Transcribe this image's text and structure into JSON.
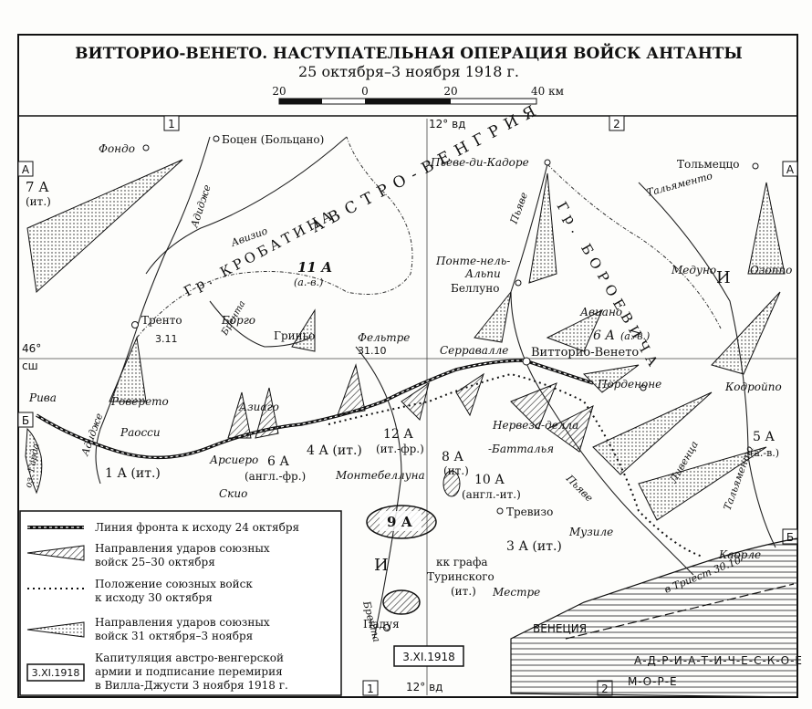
{
  "header": {
    "title": "ВИТТОРИО-ВЕНЕТО. НАСТУПАТЕЛЬНАЯ ОПЕРАЦИЯ ВОЙСК АНТАНТЫ",
    "subtitle": "25 октября–3 ноября 1918 г."
  },
  "scale": {
    "labels": [
      "20",
      "0",
      "20",
      "40 км"
    ]
  },
  "grid": {
    "top_cols": [
      "1",
      "2"
    ],
    "bottom_cols": [
      "1",
      "2"
    ],
    "rows": [
      "А",
      "Б"
    ],
    "meridian_top": "12° вд",
    "meridian_bottom": "12° вд",
    "parallel_deg": "46°",
    "parallel_hem": "сш"
  },
  "regions": {
    "austria_hungary": "АВСТРО-ВЕНГРИЯ",
    "group_krobatin": "Гр. КРОБАТИНА",
    "group_boroevic": "Гр. БОРОЕВИЧА",
    "italy_top": "И",
    "italy_bottom": "И",
    "adriatic": "А-Д-Р-И-А-Т-И-Ч-Е-С-К-О-Е",
    "sea": "М-О-Р-Е"
  },
  "places": {
    "fondo": "Фондо",
    "bozen": "Боцен (Больцано)",
    "pieve": "Пьеве-ди-Кадоре",
    "tolmezzo": "Тольмеццо",
    "trento": "Тренто",
    "borgo": "Борго",
    "grigno": "Гриньо",
    "feltre": "Фельтре",
    "belluno": "Беллуно",
    "ponte1": "Понте-нель-",
    "ponte2": "Альпи",
    "aviano": "Авиано",
    "meduno": "Медуно",
    "osoppo": "Озоппо",
    "vittorio": "Витторио-Венето",
    "serravalle": "Серравалле",
    "pordenone": "Порденоне",
    "codroipo": "Кодройпо",
    "riva": "Рива",
    "rovereto": "Роверето",
    "raossi": "Раосси",
    "asiago": "Азиаго",
    "arsiero": "Арсиеро",
    "schio": "Скио",
    "montebelluna": "Монтебеллуна",
    "nervesa1": "Нервеза-делла",
    "nervesa2": "-Батталья",
    "treviso": "Тревизо",
    "musile": "Музиле",
    "caorle": "Каорле",
    "mestre": "Местре",
    "venezia": "ВЕНЕЦИЯ",
    "padua": "Падуя",
    "trieste": "в Триест 30.10",
    "lake_garda": "оз. Гарда"
  },
  "rivers": {
    "adige1": "Адидже",
    "adige2": "Адидже",
    "avisio": "Авизио",
    "brenta1": "Брента",
    "brenta2": "Брента",
    "piave1": "Пьяве",
    "piave2": "Пьяве",
    "tagliamento1": "Тальяменто",
    "tagliamento2": "Тальяменто",
    "livenza": "Ливенца"
  },
  "armies": {
    "a7": {
      "name": "7 А",
      "sub": "(ит.)"
    },
    "a11": {
      "name": "11 А",
      "sub": "(а.-в.)"
    },
    "a6ah": {
      "name": "6 А",
      "sub": "(а.-в.)"
    },
    "a5": {
      "name": "5 А",
      "sub": "(а.-в.)"
    },
    "a1": {
      "name": "1 А (ит.)"
    },
    "a6": {
      "name": "6 А",
      "sub": "(англ.-фр.)"
    },
    "a4": {
      "name": "4 А (ит.)"
    },
    "a12": {
      "name": "12 А",
      "sub": "(ит.-фр.)"
    },
    "a8": {
      "name": "8 А",
      "sub": "(ит.)"
    },
    "a10": {
      "name": "10 А",
      "sub": "(англ.-ит.)"
    },
    "a9": {
      "name": "9 А"
    },
    "a3": {
      "name": "3 А (ит.)"
    },
    "kk1": "кк графа",
    "kk2": "Туринского",
    "kk3": "(ит.)"
  },
  "dates": {
    "trento": "3.11",
    "feltre": "31.10",
    "box": "3.XI.1918"
  },
  "legend": {
    "items": [
      {
        "label": "Линия фронта к исходу 24 октября"
      },
      {
        "label1": "Направления ударов союзных",
        "label2": "войск 25–30 октября"
      },
      {
        "label1": "Положение союзных войск",
        "label2": "к исходу 30 октября"
      },
      {
        "label1": "Направления ударов союзных",
        "label2": "войск 31 октября–3 ноября"
      },
      {
        "box": "3.XI.1918",
        "label1": "Капитуляция австро-венгерской",
        "label2": "армии и подписание перемирия",
        "label3": "в Вилла-Джусти 3 ноября 1918 г."
      }
    ]
  }
}
